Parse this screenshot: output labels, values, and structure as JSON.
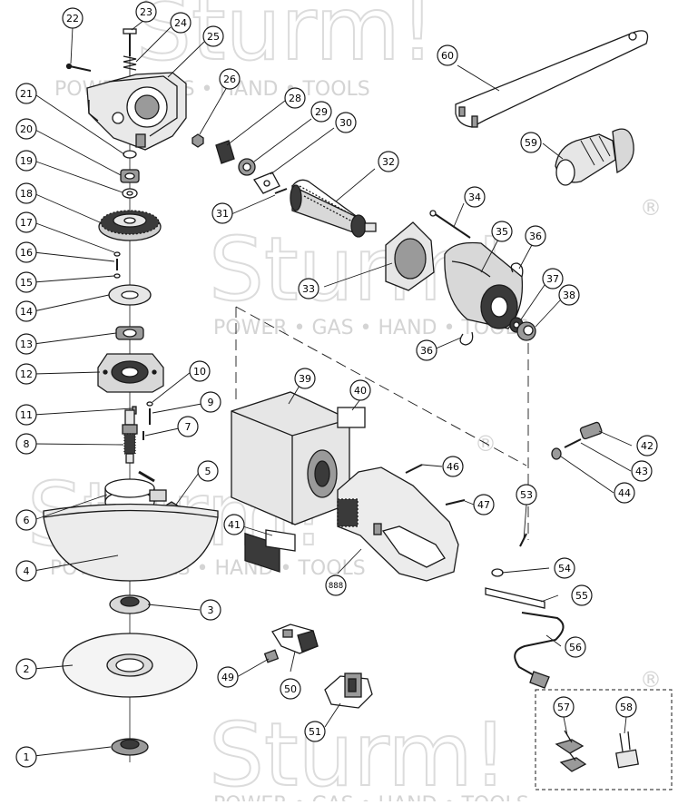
{
  "diagram": {
    "watermark": {
      "brand": "Sturm!",
      "tagline": "POWER • GAS • HAND • TOOLS",
      "registered": "®"
    },
    "callouts": [
      "1",
      "2",
      "3",
      "4",
      "5",
      "6",
      "7",
      "8",
      "9",
      "10",
      "11",
      "12",
      "13",
      "14",
      "15",
      "16",
      "17",
      "18",
      "19",
      "20",
      "21",
      "22",
      "23",
      "24",
      "25",
      "26",
      "28",
      "29",
      "30",
      "31",
      "32",
      "33",
      "34",
      "35",
      "36",
      "36",
      "37",
      "38",
      "39",
      "40",
      "41",
      "42",
      "43",
      "44",
      "46",
      "47",
      "49",
      "50",
      "51",
      "53",
      "54",
      "55",
      "56",
      "57",
      "58",
      "59",
      "60",
      "888"
    ],
    "colors": {
      "line": "#1a1a1a",
      "watermark": "#d9d9d9",
      "fill_dark": "#3a3a3a",
      "fill_mid": "#9a9a9a",
      "fill_light": "#e6e6e6"
    }
  }
}
